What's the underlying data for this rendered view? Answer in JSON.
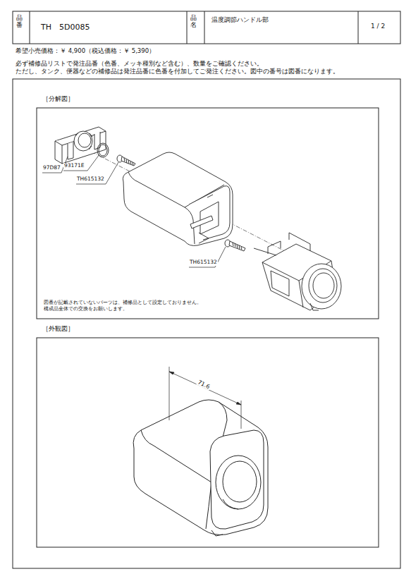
{
  "diagram": {
    "labels": [
      "品番",
      "TH　5D0085",
      "品名",
      "温度調節ハンドル部",
      "1 / 2",
      "希望小売価格：￥ 4,900（税込価格：￥ 5,390）",
      "必ず補修品リストで発注品番（色番、メッキ種別など含む）、数量をご確認ください。",
      "ただし、タンク、便器などの補修品は発注品番に色番を付加してご発注ください。図中の番号は図番になります。",
      "［分解図］",
      "97D87",
      "93171E",
      "TH615132",
      "TH615132",
      "図番が記載されていないパーツは、補修品として設定しておりません。",
      "構成品全体での交換をお願いします。",
      "［外観図］",
      "71.6"
    ]
  }
}
